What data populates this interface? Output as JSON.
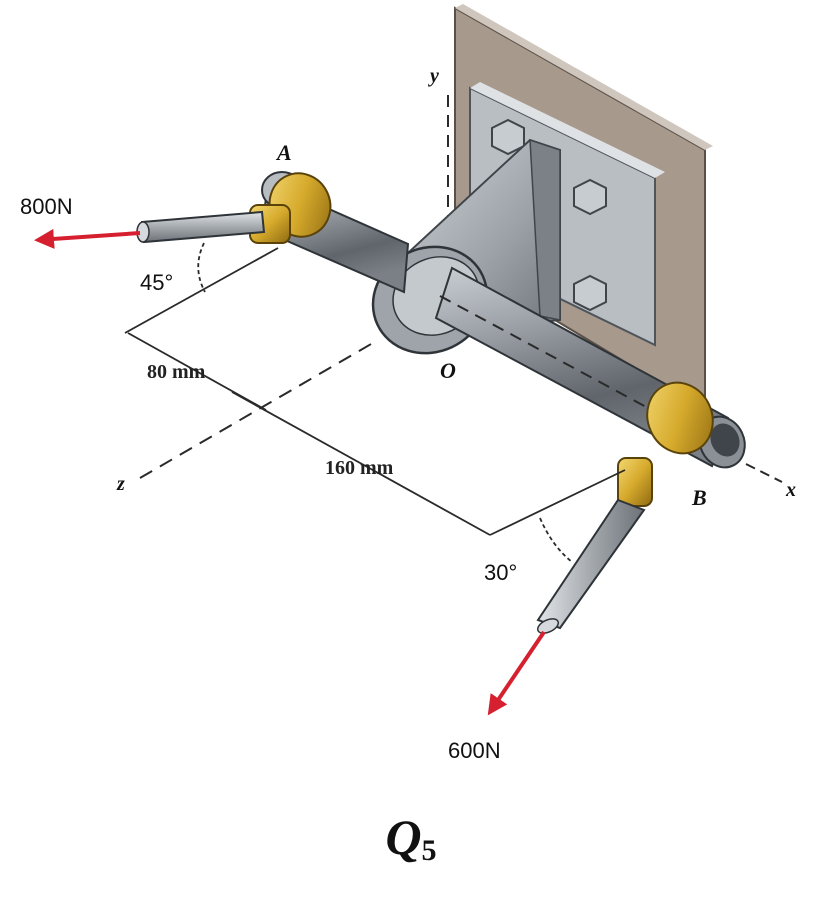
{
  "figure": {
    "point_a": "A",
    "point_b": "B",
    "point_o": "O",
    "axis_x": "x",
    "axis_y": "y",
    "axis_z": "z",
    "force_a": "800N",
    "force_b": "600N",
    "angle_a": "45°",
    "angle_b": "30°",
    "dim_ao": "80 mm",
    "dim_ob": "160 mm",
    "colors": {
      "force_arrow": "#d6202f",
      "wall_plate": "#a7998c",
      "shaft": "#8f959b",
      "collar": "#d9b23a"
    }
  },
  "caption": {
    "letter": "Q",
    "number": "5"
  }
}
